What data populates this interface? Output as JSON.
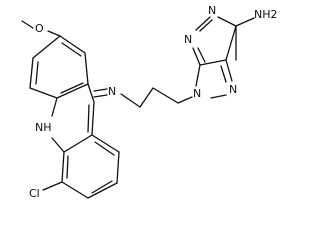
{
  "atoms": {
    "methoxy_o": "O",
    "amine_n": "N",
    "ring_nh": "NH",
    "chloro": "Cl",
    "purine_n9": "N",
    "purine_n7": "N",
    "purine_n1": "N",
    "purine_n3": "N",
    "amino": "NH2"
  }
}
